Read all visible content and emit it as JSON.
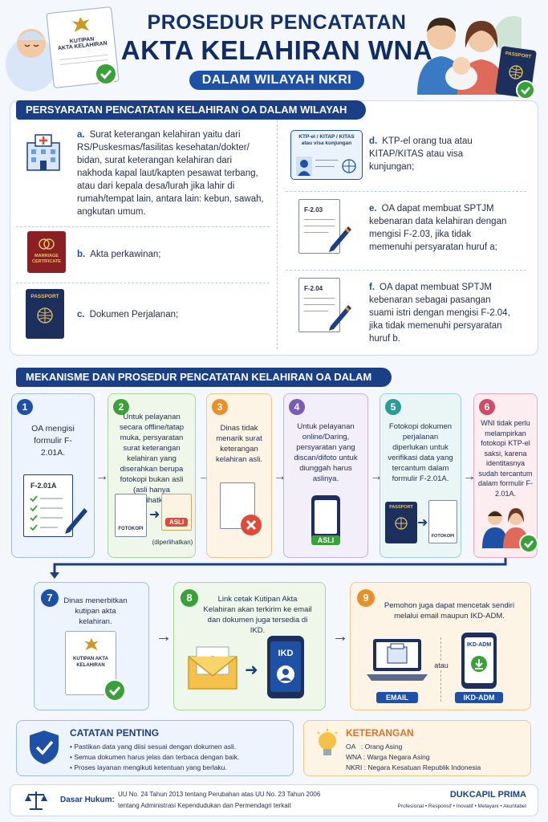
{
  "header": {
    "title_line1": "PROSEDUR PENCATATAN",
    "title_line2": "AKTA KELAHIRAN WNA",
    "title_line3": "DALAM WILAYAH NKRI",
    "kutipan_card": "KUTIPAN\nAKTA KELAHIRAN",
    "passport_label": "PASSPORT"
  },
  "requirements": {
    "heading": "PERSYARATAN PENCATATAN KELAHIRAN OA DALAM WILAYAH NKRI",
    "items": [
      {
        "letter": "a.",
        "text": "Surat keterangan kelahiran yaitu dari RS/Puskesmas/fasilitas kesehatan/dokter/ bidan, surat keterangan kelahiran dari nakhoda kapal laut/kapten pesawat terbang, atau dari kepala desa/lurah jika lahir di rumah/tempat lain, antara lain: kebun, sawah, angkutan umum."
      },
      {
        "letter": "b.",
        "text": "Akta perkawinan;"
      },
      {
        "letter": "c.",
        "text": "Dokumen Perjalanan;"
      },
      {
        "letter": "d.",
        "text": "KTP-el orang tua atau KITAP/KITAS atau visa kunjungan;"
      },
      {
        "letter": "e.",
        "text": "OA dapat membuat SPTJM kebenaran data kelahiran dengan mengisi F-2.03, jika tidak memenuhi persyaratan huruf a;"
      },
      {
        "letter": "f.",
        "text": "OA dapat membuat SPTJM kebenaran sebagai pasangan suami istri dengan mengisi F-2.04, jika tidak memenuhi persyaratan huruf b."
      }
    ],
    "marriage_cert": "MARRIAGE CERTIFICATE",
    "passport": "PASSPORT",
    "ktp_card": "KTP-el / KITAP / KITAS atau visa kunjungan",
    "form_203": "F-2.03",
    "form_204": "F-2.04"
  },
  "mechanism": {
    "heading": "MEKANISME DAN PROSEDUR PENCATATAN KELAHIRAN OA DALAM WILAYAH NKRI",
    "steps": [
      {
        "num": "1",
        "text": "OA mengisi formulir F-2.01A.",
        "form": "F-2.01A"
      },
      {
        "num": "2",
        "text": "Untuk pelayanan secara offline/tatap muka, persyaratan surat keterangan kelahiran yang diserahkan berupa fotokopi bukan asli (asli hanya diperlihatkan).",
        "fotokopi": "FOTOKOPI",
        "asli": "ASLI",
        "note": "(diperlihatkan)"
      },
      {
        "num": "3",
        "text": "Dinas tidak menarik surat keterangan kelahiran asli."
      },
      {
        "num": "4",
        "text": "Untuk pelayanan online/Daring, persyaratan yang discan/difoto untuk diunggah harus aslinya.",
        "asli": "ASLI"
      },
      {
        "num": "5",
        "text": "Fotokopi dokumen perjalanan diperlukan untuk verifikasi data yang tercantum dalam formulir F-2.01A.",
        "passport": "PASSPORT",
        "fotokopi": "FOTOKOPI"
      },
      {
        "num": "6",
        "text": "WNI tidak perlu melampirkan fotokopi KTP-el saksi, karena identitasnya sudah tercantum dalam formulir F-2.01A."
      },
      {
        "num": "7",
        "text": "Dinas menerbitkan kutipan akta kelahiran.",
        "card": "KUTIPAN AKTA KELAHIRAN"
      },
      {
        "num": "8",
        "text": "Link cetak Kutipan Akta Kelahiran akan terkirim ke email dan dokumen juga tersedia di IKD.",
        "ikd": "IKD"
      },
      {
        "num": "9",
        "text": "Pemohon juga dapat mencetak sendiri melalui email maupun IKD-ADM.",
        "email": "EMAIL",
        "atau": "atau",
        "ikdadm": "IKD-ADM"
      }
    ]
  },
  "notes": {
    "important_title": "CATATAN PENTING",
    "important_items": [
      "Pastikan data yang diisi sesuai dengan dokumen asli.",
      "Semua dokumen harus jelas dan terbaca dengan baik.",
      "Proses layanan mengikuti ketentuan yang berlaku."
    ],
    "legend_title": "KETERANGAN",
    "legend_items": [
      "OA   : Orang Asing",
      "WNA : Warga Negara Asing",
      "NKRI : Negara Kesatuan Republik Indonesia"
    ]
  },
  "footer": {
    "label": "Dasar Hukum:",
    "law_line1": "UU No. 24 Tahun 2013 tentang Perubahan atas UU No. 23 Tahun 2006",
    "law_line2": "tentang Administrasi Kependudukan dan Permendagri terkait",
    "brand": "DUKCAPIL PRIMA",
    "tagline": "Profesional • Responsif • Inovatif • Melayani • Akuntabel"
  },
  "colors": {
    "navy": "#1a3f85",
    "blue": "#1e50a6",
    "green": "#3aa13a",
    "red": "#e04a3a",
    "orange": "#e8902a",
    "purple": "#7a5bb5",
    "teal": "#2a9a9a",
    "pink": "#d04a6a"
  }
}
